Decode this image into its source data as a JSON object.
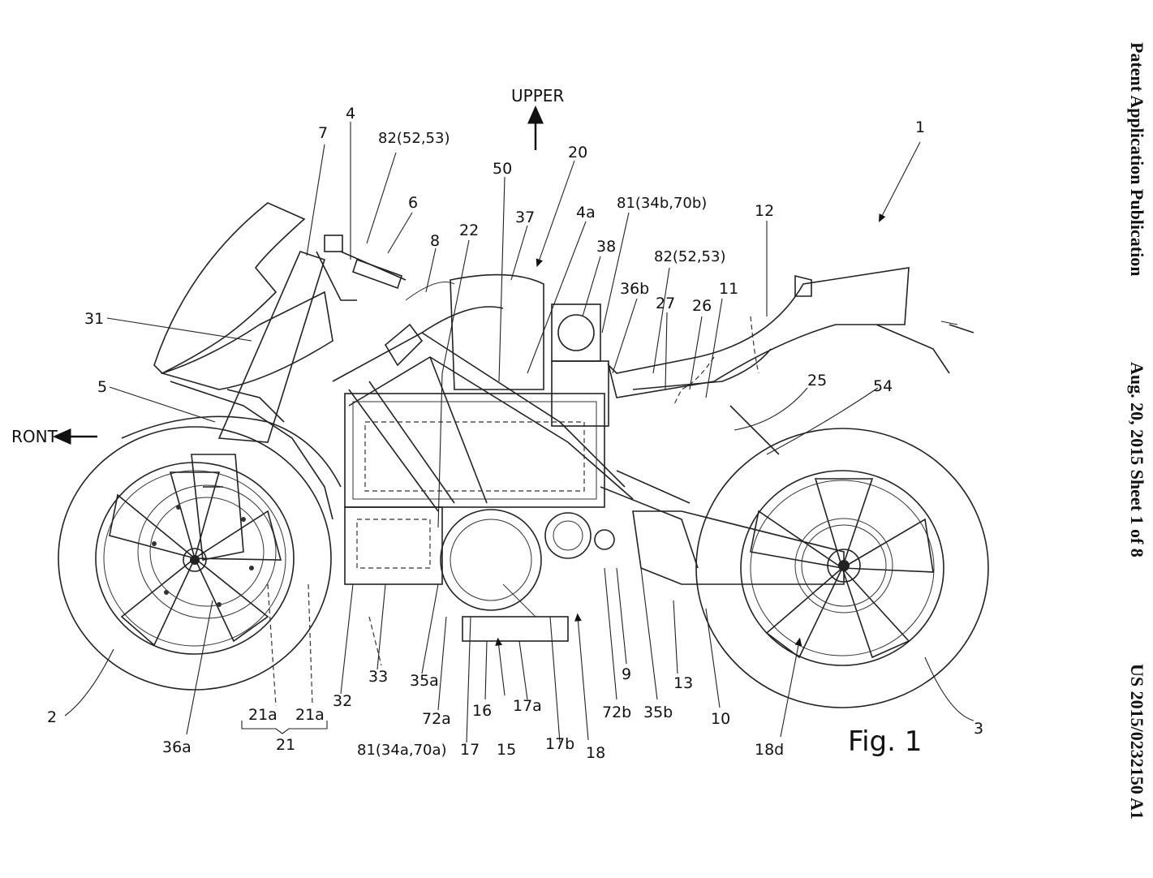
{
  "header": {
    "publication": "Patent Application Publication",
    "date_sheet": "Aug. 20, 2015  Sheet 1 of 8",
    "number": "US 2015/0232150 A1"
  },
  "figure": {
    "title": "Fig. 1",
    "direction_upper": "UPPER",
    "direction_front": "RONT"
  },
  "labels": {
    "l1": "1",
    "l2": "2",
    "l3": "3",
    "l4": "4",
    "l4a": "4a",
    "l5": "5",
    "l6": "6",
    "l7": "7",
    "l8": "8",
    "l9": "9",
    "l10": "10",
    "l11": "11",
    "l12": "12",
    "l13": "13",
    "l15": "15",
    "l16": "16",
    "l17": "17",
    "l17a": "17a",
    "l17b": "17b",
    "l18": "18",
    "l18d": "18d",
    "l20": "20",
    "l21": "21",
    "l21a_left": "21a",
    "l21a_right": "21a",
    "l22": "22",
    "l25": "25",
    "l26": "26",
    "l27": "27",
    "l31": "31",
    "l32": "32",
    "l33": "33",
    "l35a": "35a",
    "l35b": "35b",
    "l36a": "36a",
    "l36b": "36b",
    "l37": "37",
    "l38": "38",
    "l50": "50",
    "l54": "54",
    "l72a": "72a",
    "l72b": "72b",
    "l81_top": "81(34b,70b)",
    "l81_bottom": "81(34a,70a)",
    "l82_left": "82(52,53)",
    "l82_right": "82(52,53)"
  }
}
